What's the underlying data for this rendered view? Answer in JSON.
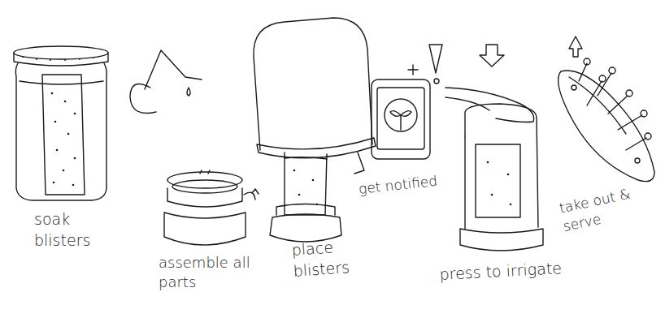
{
  "diagram": {
    "labels": [
      "soak blisters",
      "assemble all parts",
      "place blisters",
      "get notified",
      "press to irrigate",
      "take out & serve"
    ]
  }
}
